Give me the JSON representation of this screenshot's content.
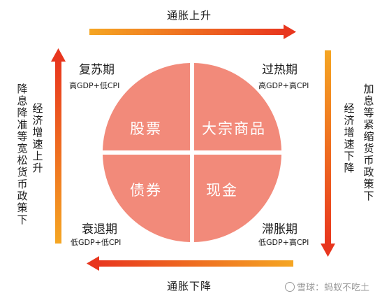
{
  "arrows": {
    "top_label": "通胀上升",
    "bottom_label": "通胀下降",
    "left_outer": "降息降准等宽松货币政策下",
    "left_inner": "经济增速上升",
    "right_outer": "加息等紧缩货币政策下",
    "right_inner": "经济增速下降"
  },
  "phases": {
    "recovery": {
      "name": "复苏期",
      "condition": "高GDP+低CPI"
    },
    "overheat": {
      "name": "过热期",
      "condition": "高GDP+高CPI"
    },
    "recession": {
      "name": "衰退期",
      "condition": "低GDP+低CPI"
    },
    "stagflation": {
      "name": "滞胀期",
      "condition": "低GDP+高CPI"
    }
  },
  "assets": {
    "top_left": "股票",
    "top_right": "大宗商品",
    "bottom_left": "债券",
    "bottom_right": "现金"
  },
  "colors": {
    "quadrant_fill": "#F28A7A",
    "arrow_orange": "#F5A623",
    "arrow_red": "#E8361E"
  },
  "watermark": "雪球：蚂蚁不吃土"
}
